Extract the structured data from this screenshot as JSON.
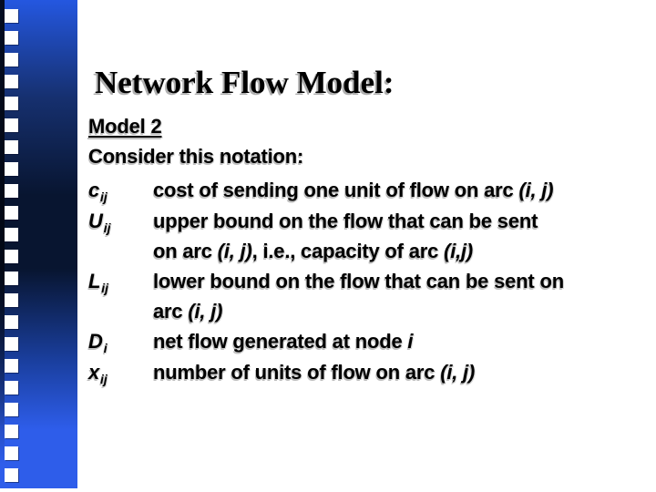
{
  "slide": {
    "title": "Network Flow Model:",
    "model_heading": "Model 2",
    "intro": "Consider this notation:"
  },
  "sidebar": {
    "square_count": 22,
    "square_color": "#ffffff",
    "gradient_top": "#2457e0",
    "gradient_upper_mid": "#16306f",
    "gradient_middle": "#081530",
    "gradient_lower_mid": "#1a3f9f",
    "gradient_bottom": "#2e5dea",
    "edge_color": "#020612"
  },
  "colors": {
    "background": "#ffffff",
    "text": "#000000",
    "title_shadow": "#b0b0b0",
    "body_shadow": "#bfbfbf"
  },
  "definitions": [
    {
      "term": "c",
      "sub": "ij",
      "lines": [
        [
          {
            "text": "cost of sending one unit of flow on arc "
          },
          {
            "text": "(i, j)",
            "italic": true
          }
        ]
      ]
    },
    {
      "term": "U",
      "sub": "ij",
      "lines": [
        [
          {
            "text": "upper bound on the flow that can be sent"
          }
        ],
        [
          {
            "text": "on arc "
          },
          {
            "text": "(i, j)",
            "italic": true
          },
          {
            "text": ", i.e., capacity of arc "
          },
          {
            "text": "(i,j)",
            "italic": true
          }
        ]
      ]
    },
    {
      "term": "L",
      "sub": "ij",
      "lines": [
        [
          {
            "text": "lower bound on the flow that can be sent on"
          }
        ],
        [
          {
            "text": "arc "
          },
          {
            "text": "(i, j)",
            "italic": true
          }
        ]
      ]
    },
    {
      "term": "D",
      "sub": "i",
      "lines": [
        [
          {
            "text": "net flow generated at node "
          },
          {
            "text": "i",
            "italic": true
          }
        ]
      ]
    },
    {
      "term": "x",
      "sub": "ij",
      "lines": [
        [
          {
            "text": "number of units of flow on arc "
          },
          {
            "text": "(i, j)",
            "italic": true
          }
        ]
      ]
    }
  ]
}
